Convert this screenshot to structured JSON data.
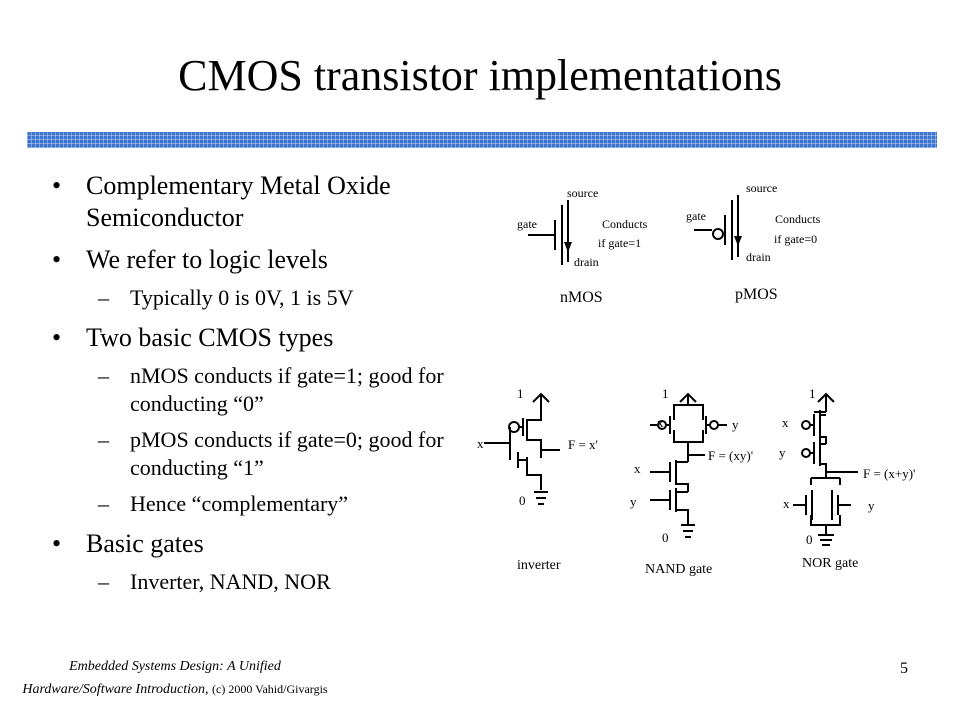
{
  "slide": {
    "title": "CMOS transistor implementations",
    "page_number": "5",
    "footer": {
      "line1": "Embedded Systems Design: A Unified",
      "line2_italic": "Hardware/Software Introduction,",
      "line2_copy": "(c) 2000 Vahid/Givargis"
    }
  },
  "bullets": [
    {
      "text": "Complementary Metal Oxide Semiconductor",
      "subs": []
    },
    {
      "text": "We refer to logic levels",
      "subs": [
        "Typically 0 is 0V, 1 is 5V"
      ]
    },
    {
      "text": "Two basic CMOS types",
      "subs": [
        "nMOS conducts if gate=1; good for conducting “0”",
        "pMOS conducts if gate=0; good for conducting “1”",
        "Hence “complementary”"
      ]
    },
    {
      "text": "Basic gates",
      "subs": [
        "Inverter, NAND, NOR"
      ]
    }
  ],
  "diagrams": {
    "nmos": {
      "source": "source",
      "gate": "gate",
      "drain": "drain",
      "cond1": "Conducts",
      "cond2": "if gate=1",
      "caption": "nMOS"
    },
    "pmos": {
      "source": "source",
      "gate": "gate",
      "drain": "drain",
      "cond1": "Conducts",
      "cond2": "if gate=0",
      "caption": "pMOS"
    },
    "inverter": {
      "vdd": "1",
      "gnd": "0",
      "input": "x",
      "output": "F = x'",
      "caption": "inverter"
    },
    "nand": {
      "vdd": "1",
      "gnd": "0",
      "in1": "x",
      "in2": "y",
      "in3": "x",
      "in4": "y",
      "output": "F = (xy)'",
      "caption": "NAND gate"
    },
    "nor": {
      "vdd": "1",
      "gnd": "0",
      "in1": "x",
      "in2": "y",
      "in3": "x",
      "in4": "y",
      "output": "F = (x+y)'",
      "caption": "NOR gate"
    }
  }
}
